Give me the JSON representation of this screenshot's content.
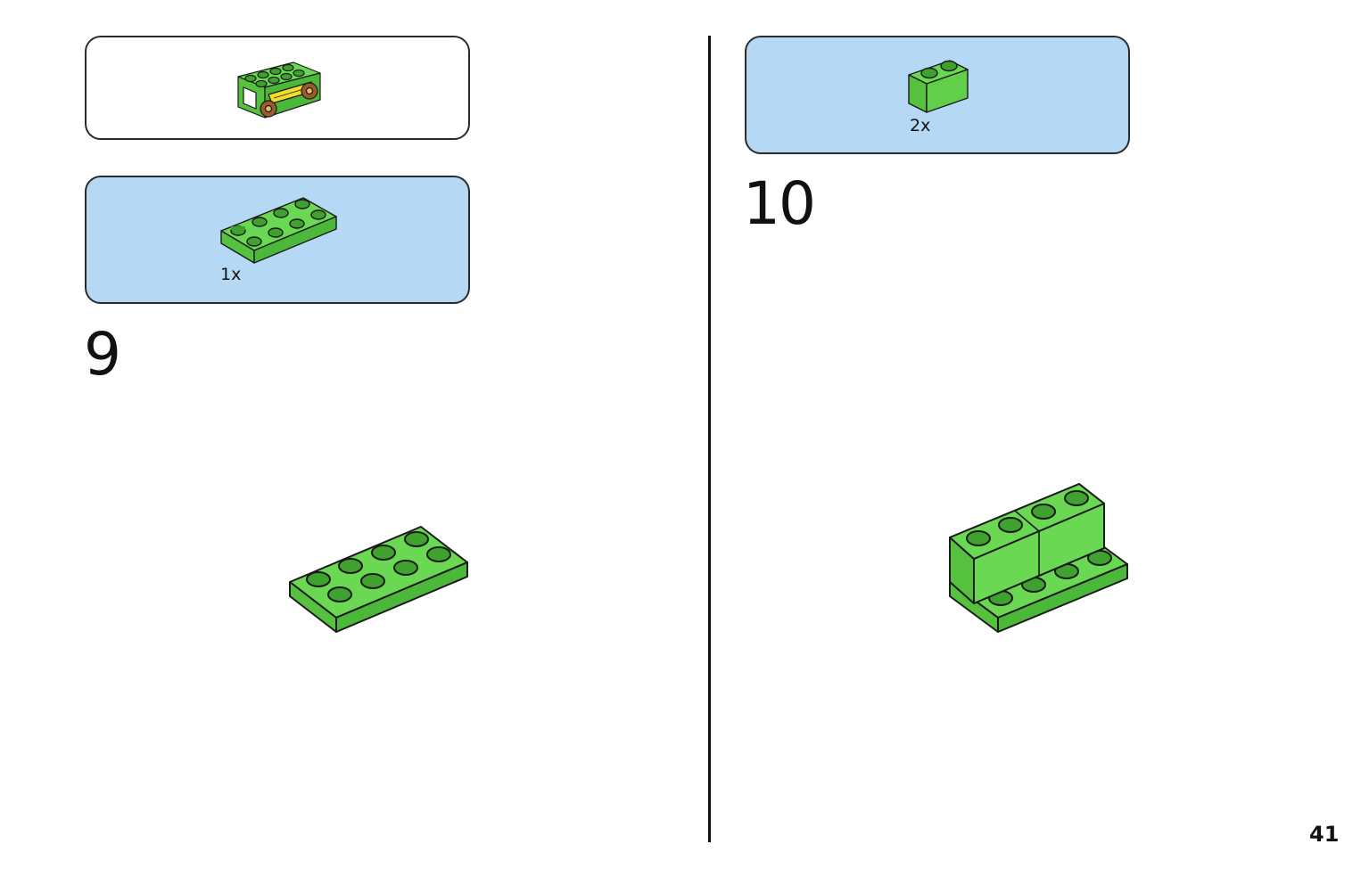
{
  "page_number": "41",
  "colors": {
    "brick_green": "#6ad852",
    "brick_green_side": "#55c13f",
    "brick_green_dark": "#3fa22e",
    "outline": "#1a1a1a",
    "parts_panel": "#b5d8f5",
    "submodel_panel": "#ffffff"
  },
  "steps": [
    {
      "number": "9",
      "parts": [
        {
          "quantity": "1x",
          "part_icon": "green-2x4-plate-icon"
        }
      ],
      "assembly_icon": "green-2x4-plate-assembly-icon"
    },
    {
      "number": "10",
      "parts": [
        {
          "quantity": "2x",
          "part_icon": "green-1x2-brick-icon"
        }
      ],
      "assembly_icon": "green-plate-with-bricks-assembly-icon"
    }
  ],
  "submodel_icon": "green-wagon-submodel-icon"
}
